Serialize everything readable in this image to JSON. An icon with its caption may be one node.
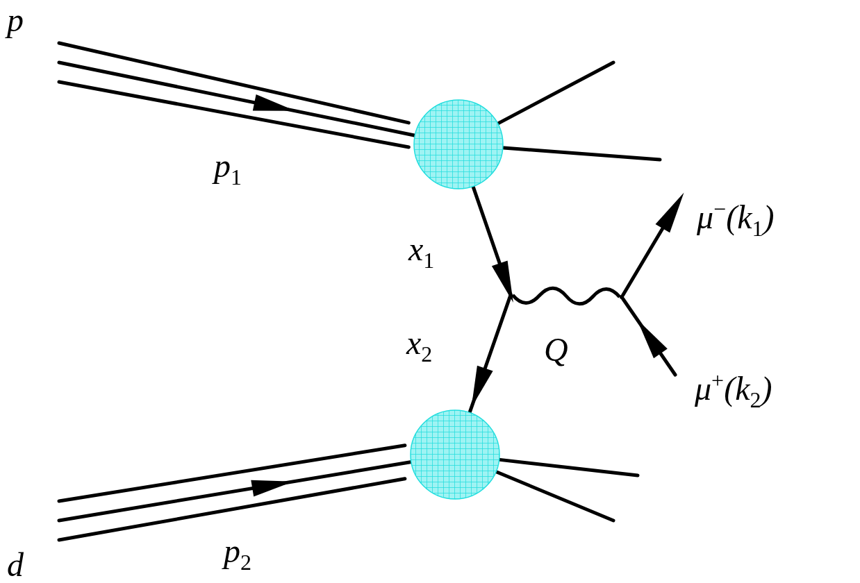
{
  "diagram": {
    "nodes": [
      {
        "text": [],
        "shape": "circle"
      },
      {
        "text": [],
        "shape": "circle"
      },
      {
        "text": [],
        "shape": "point"
      },
      {
        "text": [],
        "shape": "point"
      }
    ],
    "edges": [
      {
        "from": null,
        "to": 0,
        "arrow": "to",
        "label": "p$_{1}$"
      },
      {
        "from": null,
        "to": 1,
        "arrow": "to",
        "label": "p$_{2}$"
      },
      {
        "from": 0,
        "to": null,
        "arrow": "none"
      },
      {
        "from": 0,
        "to": null,
        "arrow": "none"
      },
      {
        "from": 1,
        "to": null,
        "arrow": "none"
      },
      {
        "from": 1,
        "to": null,
        "arrow": "none"
      },
      {
        "from": 0,
        "to": 2,
        "arrow": "to",
        "label": "x$_{1}$"
      },
      {
        "from": 2,
        "to": 1,
        "arrow": "to",
        "label": "x$_{2}$"
      },
      {
        "from": 2,
        "to": 3,
        "arrow": "none",
        "label": "Q"
      },
      {
        "from": 3,
        "to": null,
        "arrow": "to",
        "label": "μ$^{−}$(k$_{1}$)"
      },
      {
        "from": null,
        "to": 3,
        "arrow": "to",
        "label": "μ$^{+}$(k$_{2}$)"
      }
    ],
    "labels": [
      "p",
      "d"
    ]
  }
}
